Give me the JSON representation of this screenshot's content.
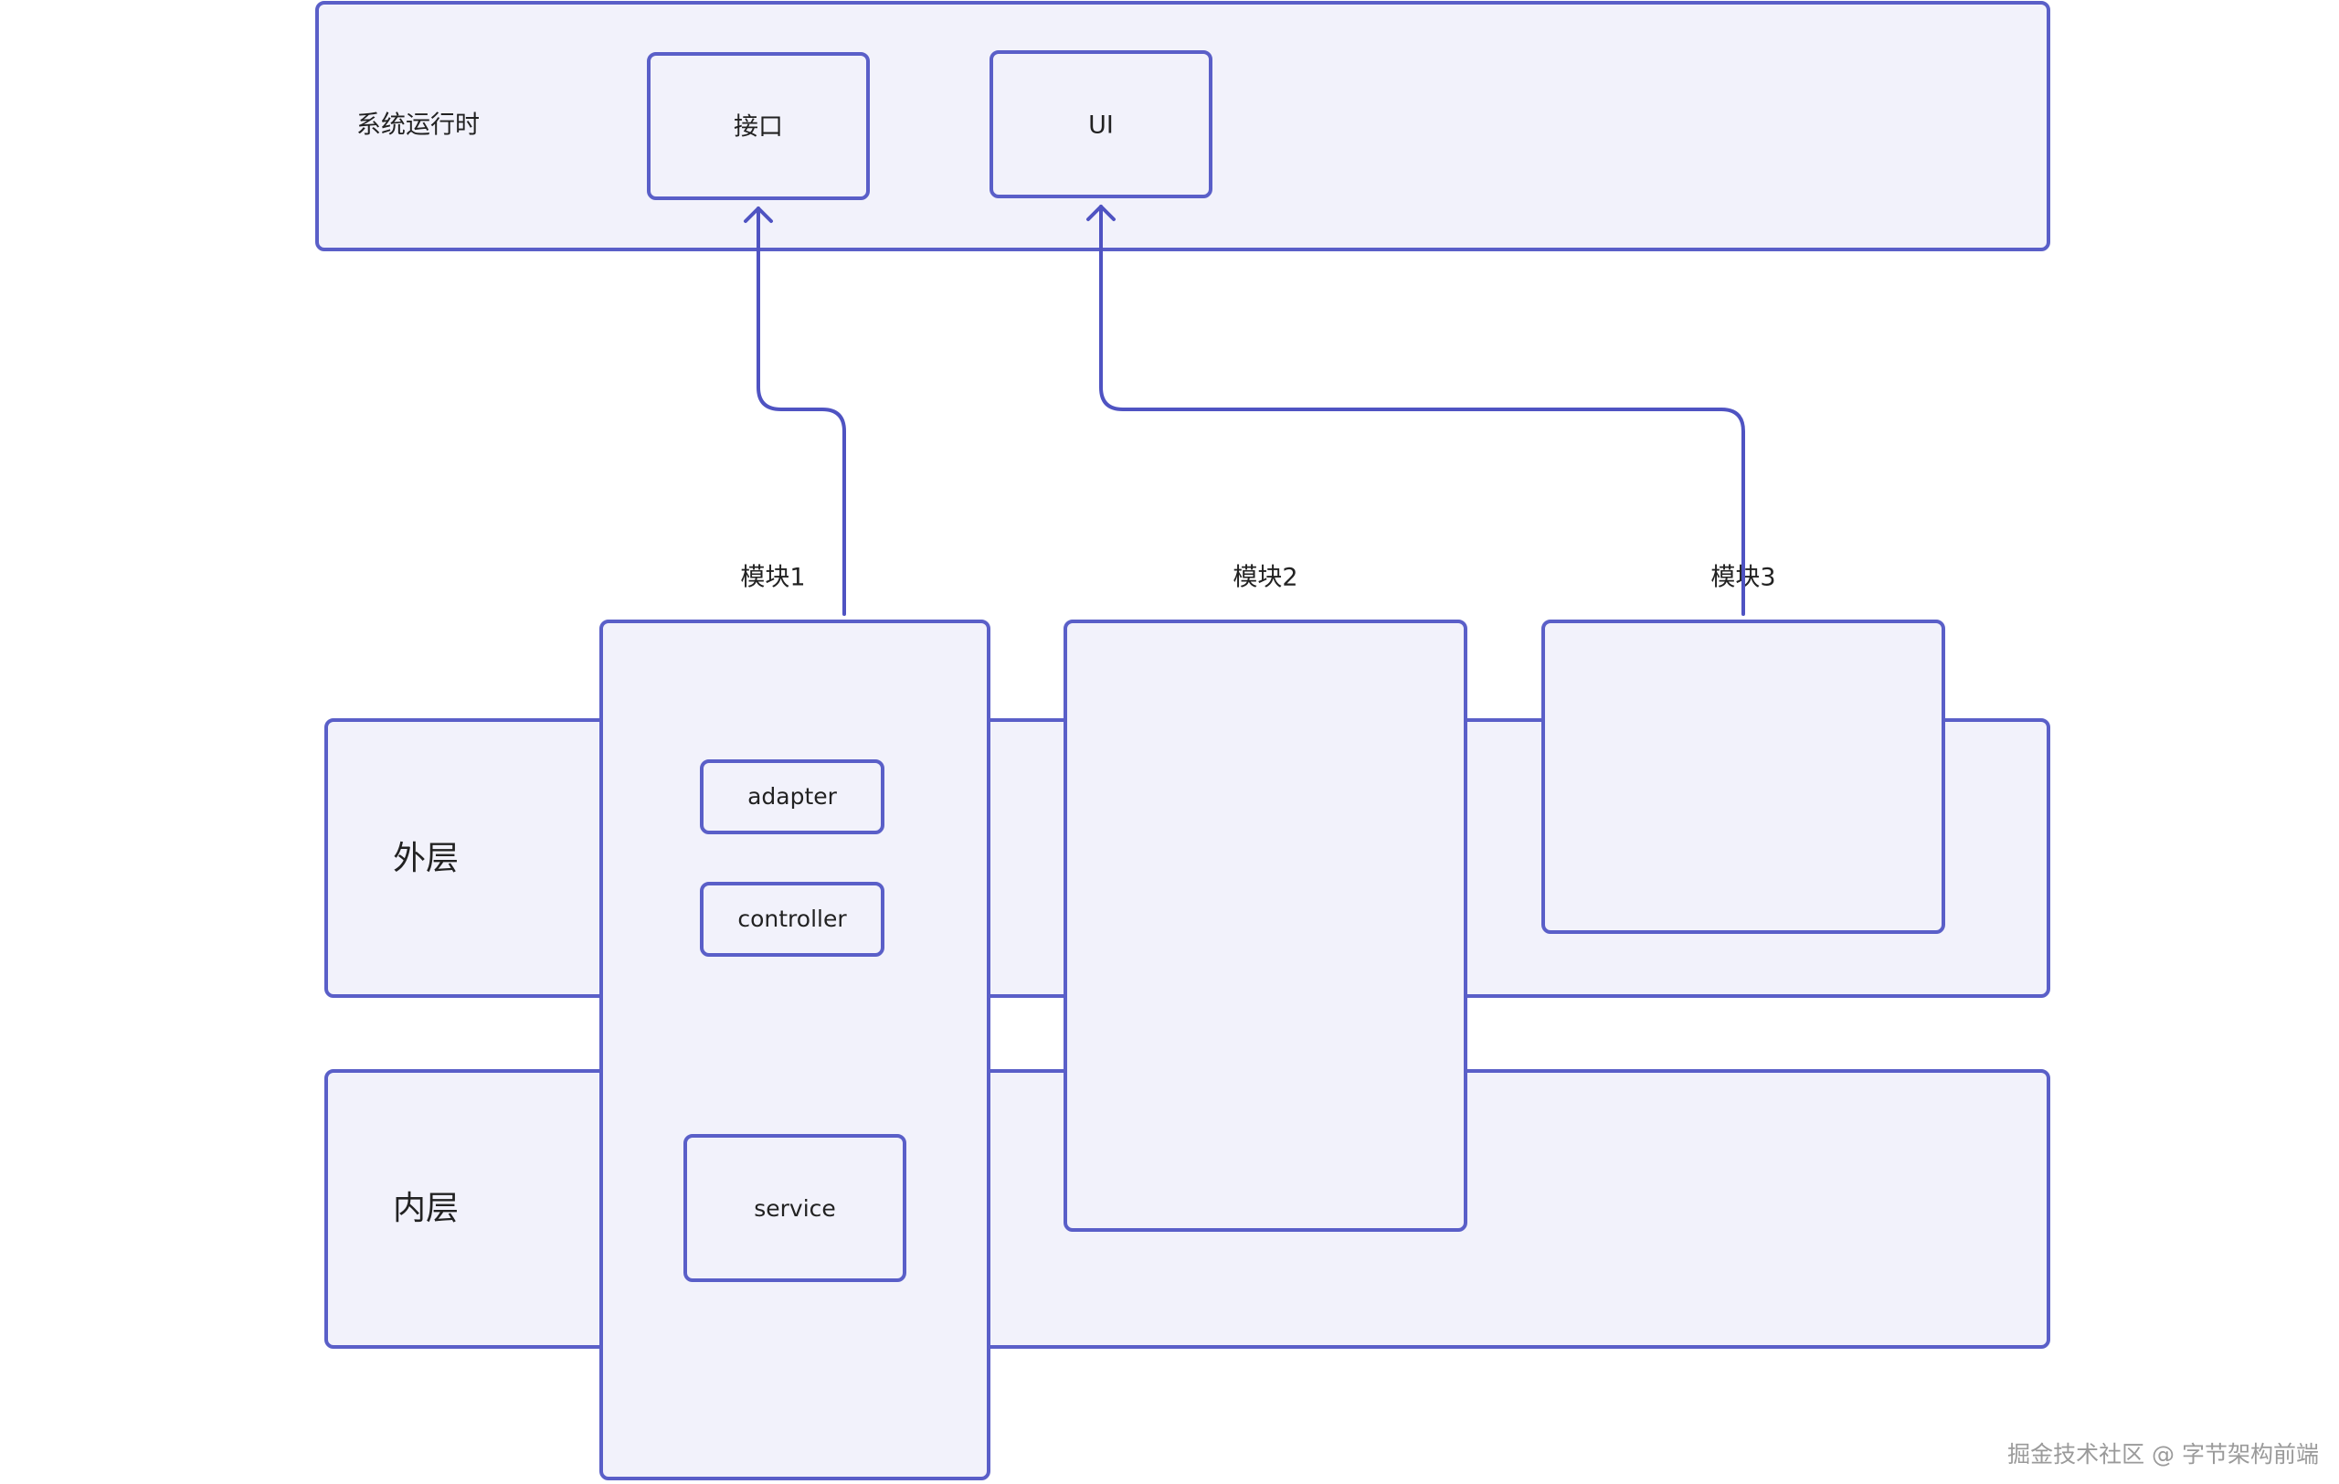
{
  "runtime": {
    "label": "系统运行时",
    "api_label": "接口",
    "ui_label": "UI"
  },
  "layers": {
    "outer": "外层",
    "inner": "内层"
  },
  "modules": [
    {
      "title": "模块1",
      "items": [
        "adapter",
        "controller",
        "service"
      ]
    },
    {
      "title": "模块2"
    },
    {
      "title": "模块3"
    }
  ],
  "edges": [
    {
      "from": "模块1",
      "to": "接口"
    },
    {
      "from": "模块3",
      "to": "UI"
    }
  ],
  "watermark": "掘金技术社区 @ 字节架构前端",
  "colors": {
    "node_fill": "#f2f2fb",
    "node_stroke": "#5a5fc8",
    "edge_stroke": "#4f53c2",
    "text": "#222222",
    "watermark": "#9a9a9a"
  }
}
